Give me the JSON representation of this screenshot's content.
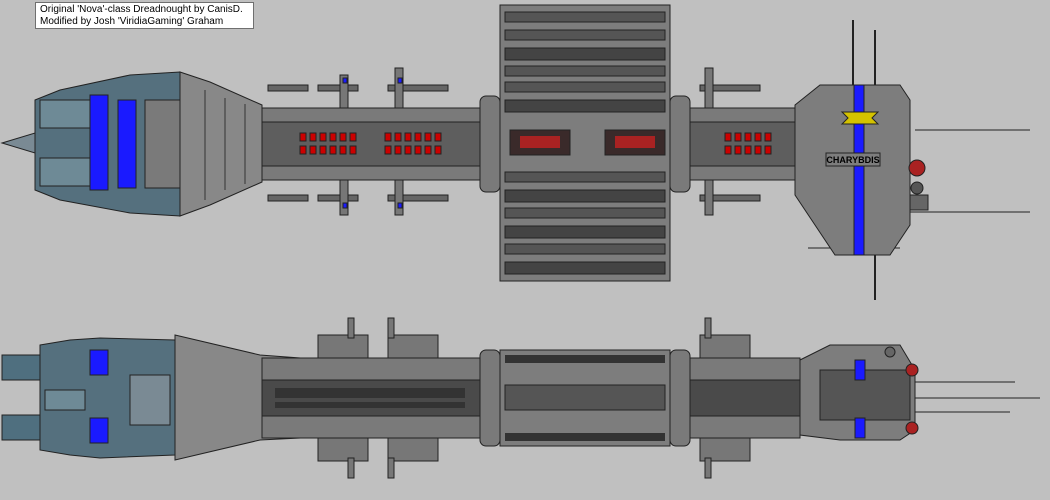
{
  "credits": {
    "line1": "Original 'Nova'-class Dreadnought by CanisD.",
    "line2": "Modified by Josh 'ViridiaGaming' Graham"
  },
  "ship": {
    "name_plate": "CHARYBDIS"
  },
  "colors": {
    "background": "#c0c0c0",
    "hull": "#808080",
    "hull_dark": "#404040",
    "engine_teal": "#4f6f7f",
    "stripe_blue": "#1a1aff",
    "red_light": "#cc0000",
    "emblem_yellow": "#d4c200"
  }
}
